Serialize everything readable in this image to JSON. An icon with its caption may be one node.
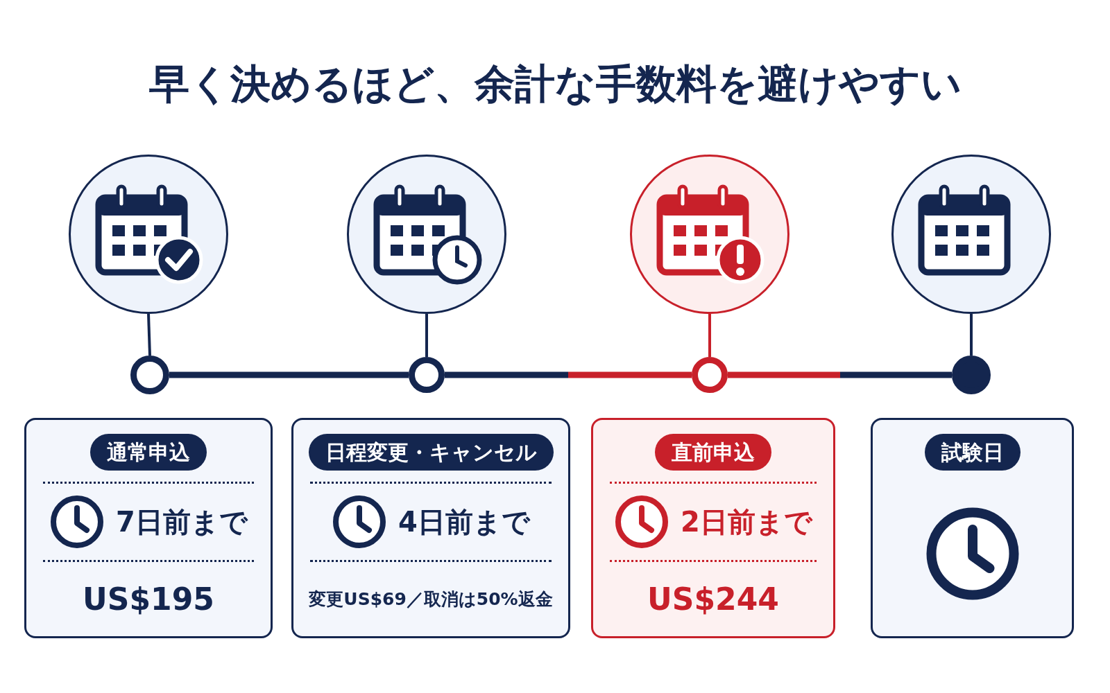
{
  "diagram": {
    "title": "早く決めるほど、余計な手数料を避けやすい",
    "nodes": [
      {
        "text": [],
        "shape": "circle"
      },
      {
        "text": [],
        "shape": "circle"
      },
      {
        "text": [],
        "shape": "circle"
      },
      {
        "text": [],
        "shape": "circle"
      },
      {
        "text": [],
        "shape": "circle"
      },
      {
        "text": [],
        "shape": "circle"
      },
      {
        "text": [],
        "shape": "circle"
      },
      {
        "text": [],
        "shape": "circle"
      },
      {
        "text": [
          "7日前まで",
          "US$195"
        ]
      },
      {
        "text": [
          "通常申込"
        ],
        "in": 8
      },
      {
        "text": [
          "4日前まで",
          "変更US$69／取消は50%返金"
        ]
      },
      {
        "text": [
          "日程変更・キャンセル"
        ],
        "in": 10
      },
      {
        "text": [
          "2日前まで",
          "US$244"
        ]
      },
      {
        "text": [
          "直前申込"
        ],
        "in": 12
      },
      {
        "text": [],
        "shape": "box"
      },
      {
        "text": [
          "試験日"
        ],
        "in": 14
      }
    ],
    "edges": [
      {
        "from": 0,
        "to": 4,
        "arrow": "none"
      },
      {
        "from": 1,
        "to": 5,
        "arrow": "none"
      },
      {
        "from": 2,
        "to": 6,
        "arrow": "none",
        "color": "#c8202a"
      },
      {
        "from": 3,
        "to": 7,
        "arrow": "none"
      },
      {
        "from": 4,
        "to": 5,
        "arrow": "none"
      },
      {
        "from": 5,
        "to": 6,
        "arrow": "none",
        "color": "#c8202a"
      },
      {
        "from": 6,
        "to": 7,
        "arrow": "none",
        "color": "#c8202a"
      }
    ]
  }
}
